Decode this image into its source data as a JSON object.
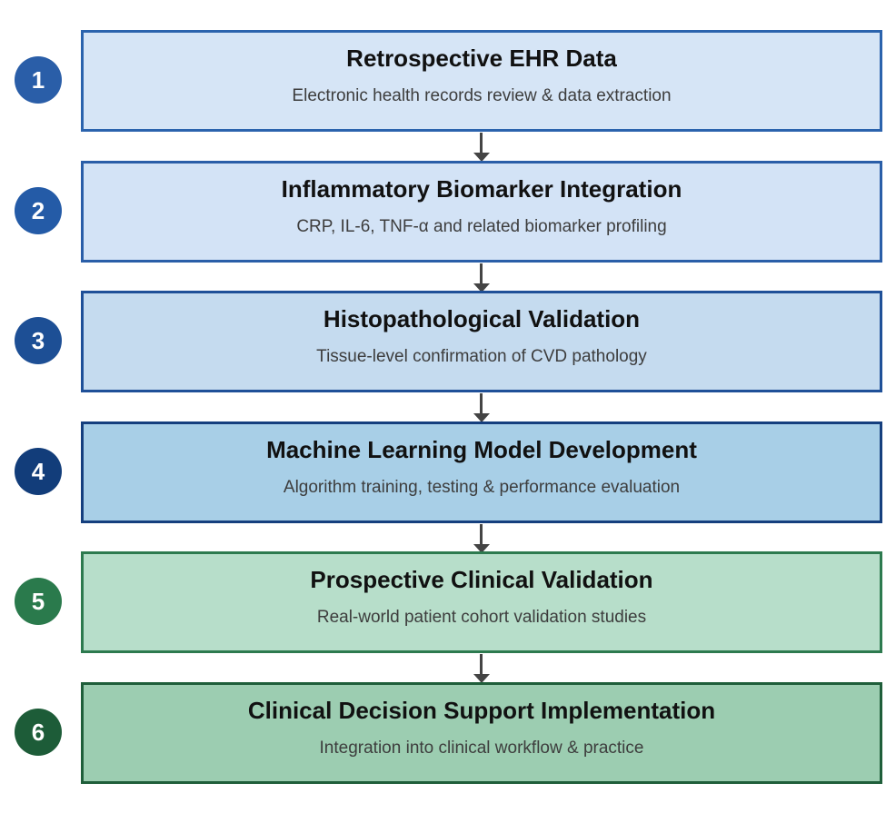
{
  "diagram": {
    "steps": [
      {
        "number": "1",
        "title": "Retrospective EHR Data",
        "description": "Electronic health records review & data extraction",
        "fill": "#d6e5f6",
        "border": "#2b63ad",
        "badge": "#2a5ea8"
      },
      {
        "number": "2",
        "title": "Inflammatory Biomarker Integration",
        "description": "CRP, IL-6, TNF-α and related biomarker profiling",
        "fill": "#d3e3f6",
        "border": "#2a5ea8",
        "badge": "#245ba7"
      },
      {
        "number": "3",
        "title": "Histopathological Validation",
        "description": "Tissue-level confirmation of CVD pathology",
        "fill": "#c5dbef",
        "border": "#1f5098",
        "badge": "#1d4f95"
      },
      {
        "number": "4",
        "title": "Machine Learning Model Development",
        "description": "Algorithm training, testing & performance evaluation",
        "fill": "#a8cfe7",
        "border": "#153f7e",
        "badge": "#123d7a"
      },
      {
        "number": "5",
        "title": "Prospective Clinical Validation",
        "description": "Real-world patient cohort validation studies",
        "fill": "#b7deca",
        "border": "#2d7a4f",
        "badge": "#2a7a4c"
      },
      {
        "number": "6",
        "title": "Clinical Decision Support Implementation",
        "description": "Integration into clinical workflow & practice",
        "fill": "#9ccdb1",
        "border": "#1f5e3a",
        "badge": "#1d5c38"
      }
    ]
  }
}
